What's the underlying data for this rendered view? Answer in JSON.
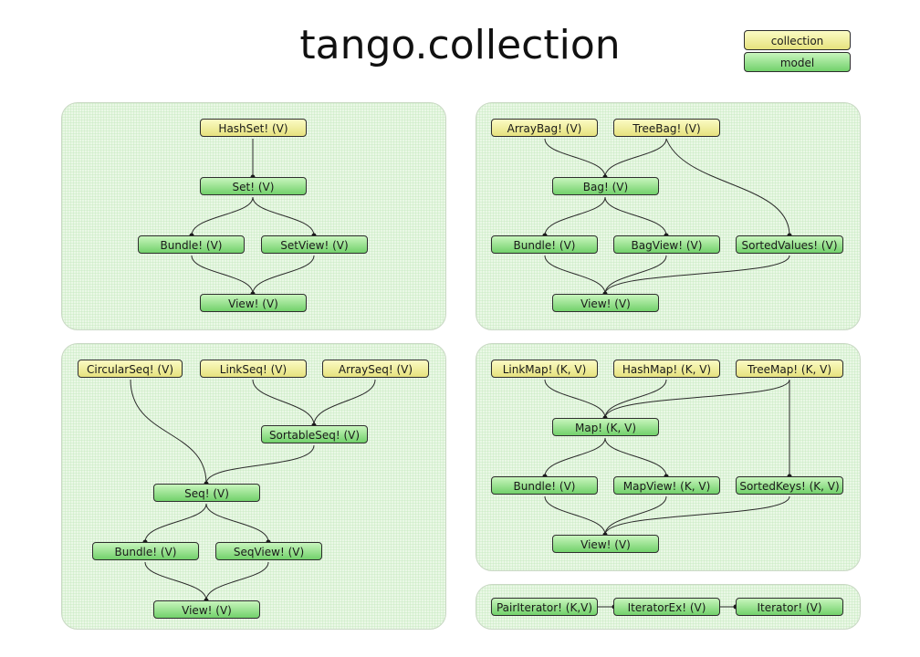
{
  "title": "tango.collection",
  "colors": {
    "collection": "#ede98f",
    "model": "#86d97d",
    "panel": "#eaf8e6"
  },
  "legend": {
    "collection": "collection",
    "model": "model"
  },
  "panels": {
    "set": {
      "nodes": {
        "hashset": "HashSet! (V)",
        "set": "Set! (V)",
        "bundle": "Bundle! (V)",
        "setview": "SetView! (V)",
        "view": "View! (V)"
      }
    },
    "bag": {
      "nodes": {
        "arraybag": "ArrayBag! (V)",
        "treebag": "TreeBag! (V)",
        "bag": "Bag! (V)",
        "bundle": "Bundle! (V)",
        "bagview": "BagView! (V)",
        "sortedvalues": "SortedValues! (V)",
        "view": "View! (V)"
      }
    },
    "seq": {
      "nodes": {
        "circularseq": "CircularSeq! (V)",
        "linkseq": "LinkSeq! (V)",
        "arrayseq": "ArraySeq! (V)",
        "sortableseq": "SortableSeq! (V)",
        "seq": "Seq! (V)",
        "bundle": "Bundle! (V)",
        "seqview": "SeqView! (V)",
        "view": "View! (V)"
      }
    },
    "map": {
      "nodes": {
        "linkmap": "LinkMap! (K, V)",
        "hashmap": "HashMap! (K, V)",
        "treemap": "TreeMap! (K, V)",
        "map": "Map! (K, V)",
        "bundle": "Bundle! (V)",
        "mapview": "MapView! (K, V)",
        "sortedkeys": "SortedKeys! (K, V)",
        "view": "View! (V)"
      }
    },
    "iterator": {
      "nodes": {
        "pairiterator": "PairIterator! (K,V)",
        "iteratorex": "IteratorEx! (V)",
        "iterator": "Iterator! (V)"
      }
    }
  }
}
